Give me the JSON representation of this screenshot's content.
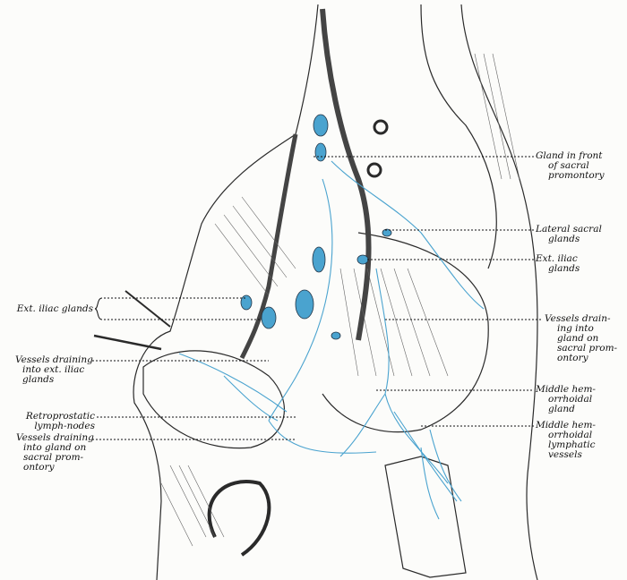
{
  "colors": {
    "ink": "#222222",
    "lymph": "#4aa3cf",
    "paper": "#fcfcfa"
  },
  "labels_right": [
    {
      "id": "gland-sacral-promontory",
      "lines": [
        "Gland in front",
        "of sacral",
        "promontory"
      ]
    },
    {
      "id": "lateral-sacral-glands",
      "lines": [
        "Lateral sacral",
        "glands"
      ]
    },
    {
      "id": "ext-iliac-glands-right",
      "lines": [
        "Ext. iliac",
        "glands"
      ]
    },
    {
      "id": "vessels-draining-sacral-right",
      "lines": [
        "Vessels drain-",
        "ing into",
        "gland on",
        "sacral prom-",
        "ontory"
      ]
    },
    {
      "id": "middle-hemorrhoidal-gland",
      "lines": [
        "Middle hem-",
        "orrhoidal",
        "gland"
      ]
    },
    {
      "id": "middle-hemorrhoidal-vessels",
      "lines": [
        "Middle hem-",
        "orrhoidal",
        "lymphatic",
        "vessels"
      ]
    }
  ],
  "labels_left": [
    {
      "id": "ext-iliac-glands-left",
      "lines": [
        "Ext. iliac glands"
      ]
    },
    {
      "id": "vessels-draining-ext-iliac",
      "lines": [
        "Vessels draining",
        "into ext. iliac",
        "glands"
      ]
    },
    {
      "id": "retroprostatic-nodes",
      "lines": [
        "Retroprostatic",
        "lymph-nodes"
      ]
    },
    {
      "id": "vessels-draining-sacral-left",
      "lines": [
        "Vessels draining",
        "into gland on",
        "sacral prom-",
        "ontory"
      ]
    }
  ]
}
